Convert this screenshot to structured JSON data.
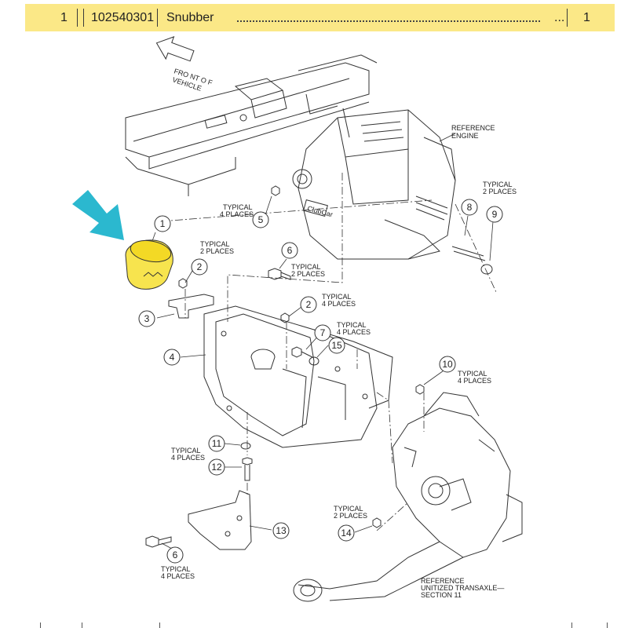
{
  "header": {
    "qty": "1",
    "part_number": "102540301",
    "description": "Snubber",
    "leader_end": "...",
    "count": "1",
    "highlight_color": "#fbe887"
  },
  "diagram": {
    "front_label": [
      "FRO NT O F",
      "VEHICLE"
    ],
    "ref_engine": [
      "REFERENCE",
      "ENGINE"
    ],
    "ref_transaxle": [
      "REFERENCE",
      "UNITIZED TRANSAXLE—",
      "SECTION 11"
    ],
    "engine_badge": "ClubCar",
    "callouts": [
      "1",
      "2",
      "3",
      "4",
      "5",
      "6",
      "2",
      "7",
      "15",
      "8",
      "9",
      "10",
      "11",
      "12",
      "13",
      "14",
      "6"
    ],
    "notes": {
      "typ4_a": [
        "TYPICAL",
        "4 PLACES"
      ],
      "typ2_a": [
        "TYPICAL",
        "2 PLACES"
      ],
      "typ2_b": [
        "TYPICAL",
        "2 PLACES"
      ],
      "typ2_c": [
        "TYPICAL",
        "2 PLACES"
      ],
      "typ4_b": [
        "TYPICAL",
        "4 PLACES"
      ],
      "typ4_c": [
        "TYPICAL",
        "4 PLACES"
      ],
      "typ4_d": [
        "TYPICAL",
        "4 PLACES"
      ],
      "typ4_e": [
        "TYPICAL",
        "4 PLACES"
      ],
      "typ2_d": [
        "TYPICAL",
        "2 PLACES"
      ],
      "typ4_f": [
        "TYPICAL",
        "4 PLACES"
      ]
    },
    "pointer_color": "#2bb8cf",
    "part_highlight": "#f7e44e"
  }
}
